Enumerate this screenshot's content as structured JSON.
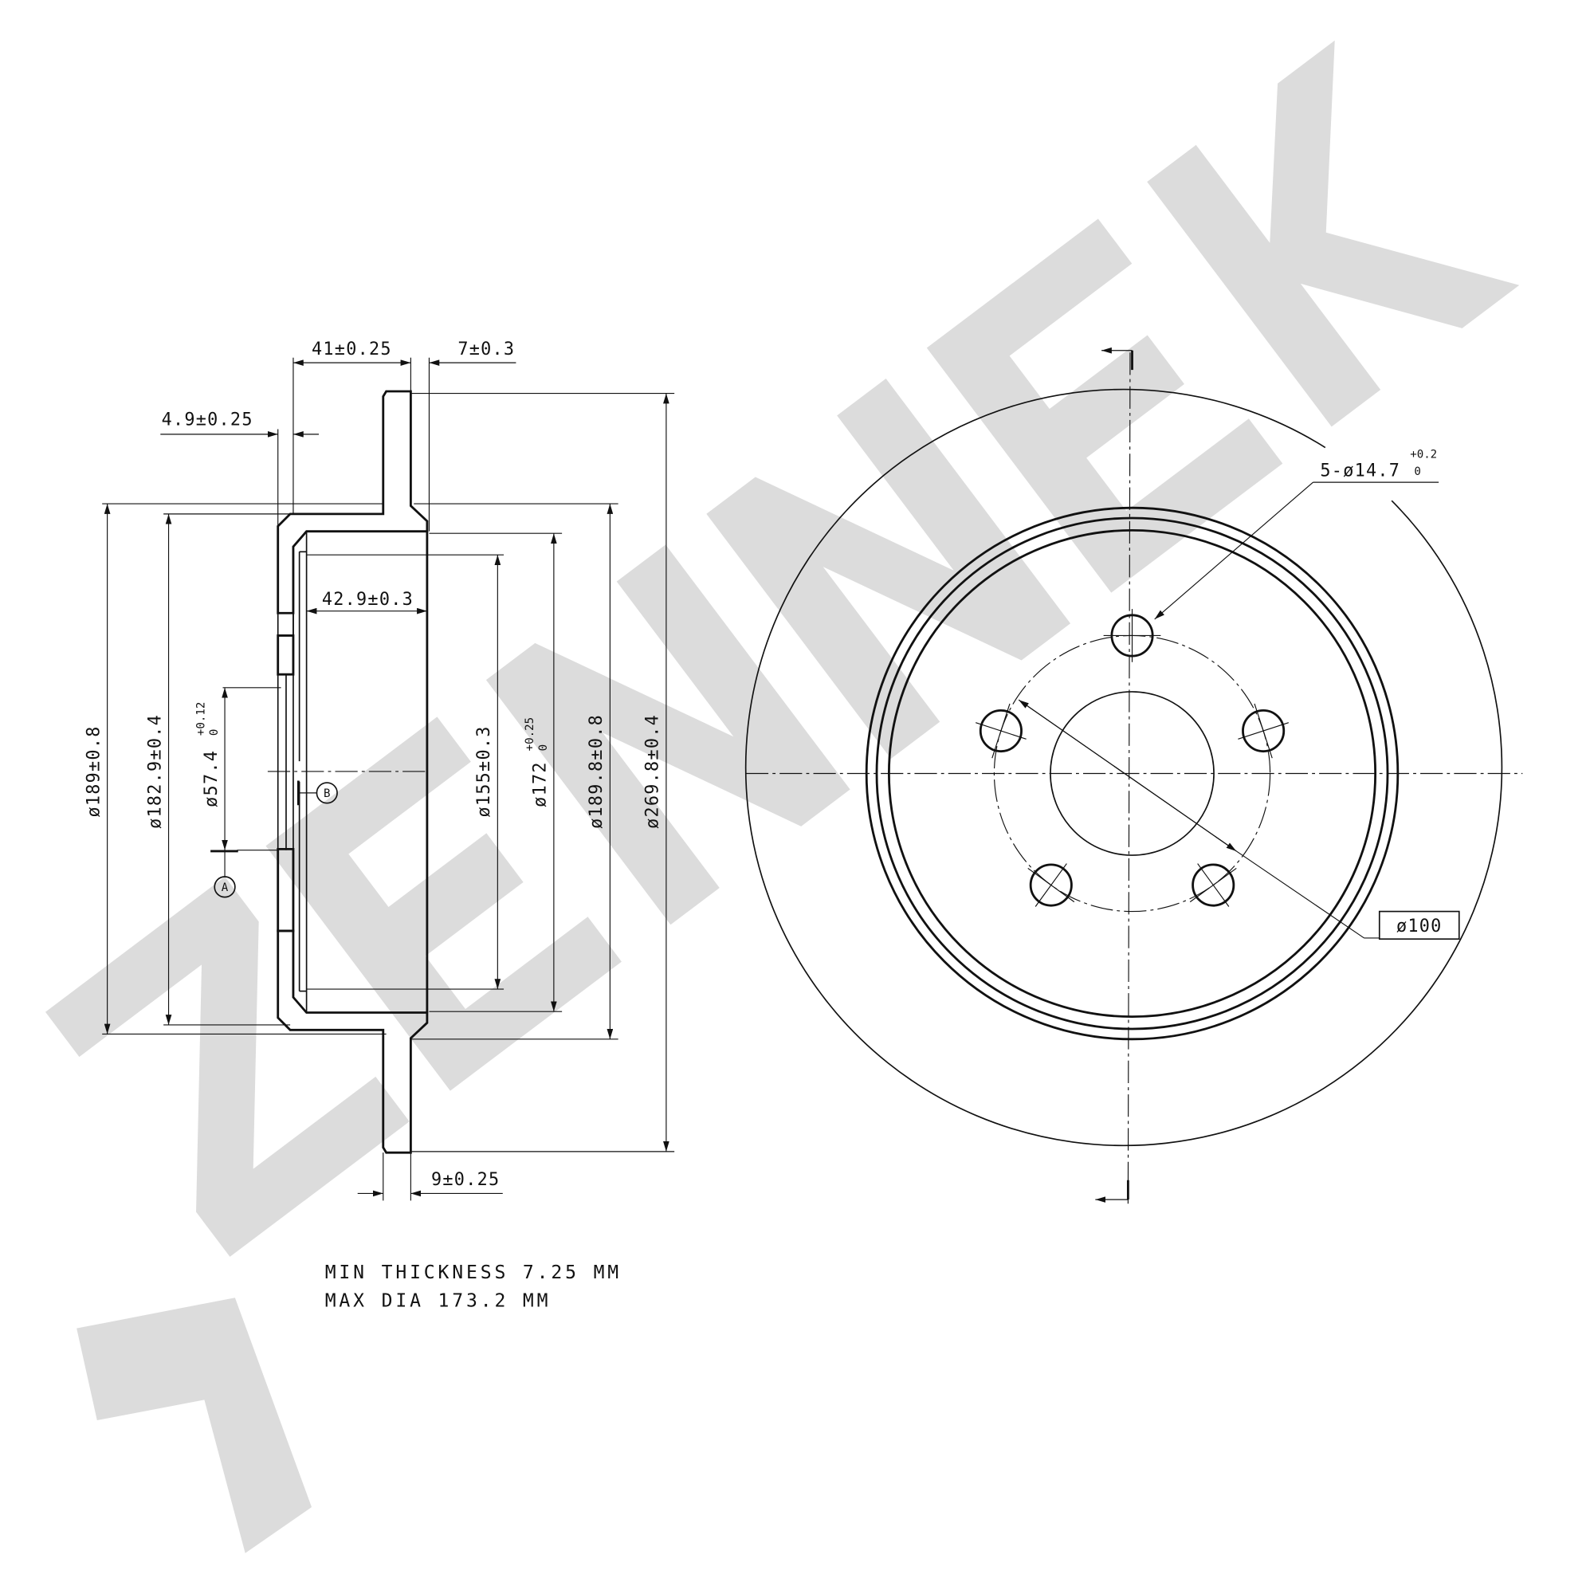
{
  "watermark": {
    "text": "ZENNEK",
    "color": "#dcdcdc"
  },
  "section_view": {
    "dims": {
      "d41": "41±0.25",
      "d7": "7±0.3",
      "d4_9": "4.9±0.25",
      "d42_9": "42.9±0.3",
      "d9": "9±0.25",
      "d189": "ø189±0.8",
      "d182_9": "ø182.9±0.4",
      "d57_4": "ø57.4",
      "d57_4_tol_upper": "+0.12",
      "d57_4_tol_lower": "0",
      "d155": "ø155±0.3",
      "d172": "ø172",
      "d172_tol_upper": "+0.25",
      "d172_tol_lower": "0",
      "d189_8": "ø189.8±0.8",
      "d269_8": "ø269.8±0.4"
    },
    "datum_a": "A",
    "datum_b": "B"
  },
  "front_view": {
    "holes_label": "5-ø14.7",
    "holes_tol_upper": "+0.2",
    "holes_tol_lower": "0",
    "pcd_label": "ø100",
    "bolt_holes": 5
  },
  "notes": {
    "min_thickness": "MIN THICKNESS 7.25 MM",
    "max_dia": "MAX DIA 173.2 MM"
  }
}
